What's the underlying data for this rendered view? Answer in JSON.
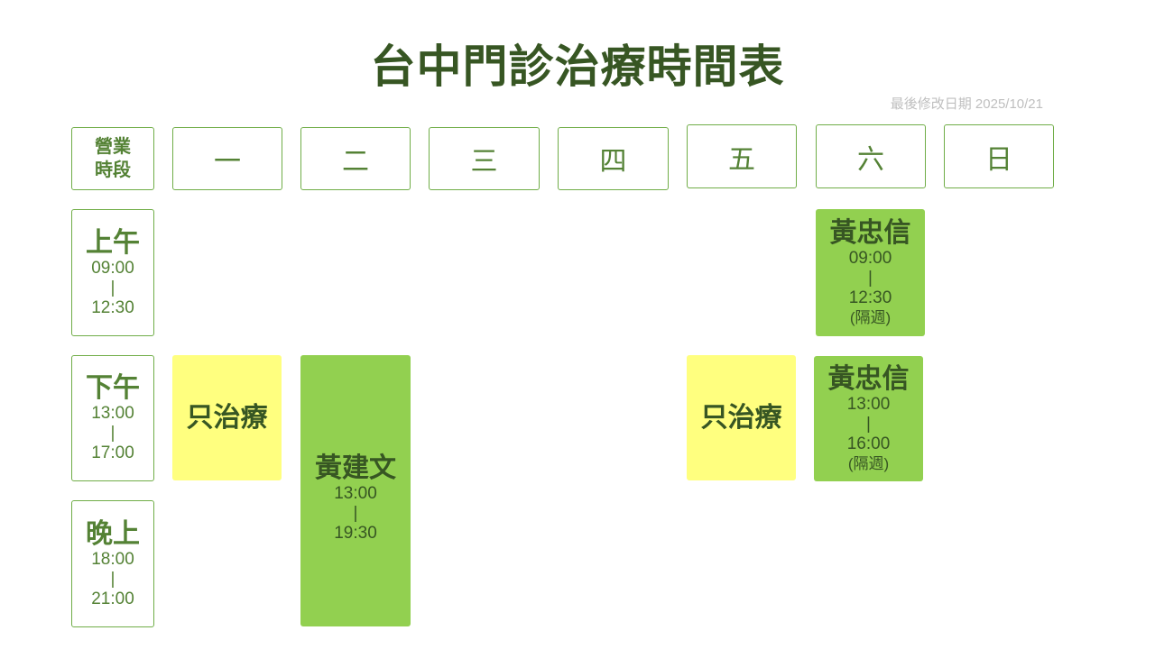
{
  "title": "台中門診治療時間表",
  "last_updated": "最後修改日期 2025/10/21",
  "header": {
    "period_label_line1": "營業",
    "period_label_line2": "時段",
    "days": [
      "一",
      "二",
      "三",
      "四",
      "五",
      "六",
      "日"
    ]
  },
  "periods": [
    {
      "name": "上午",
      "start": "09:00",
      "sep": "|",
      "end": "12:30"
    },
    {
      "name": "下午",
      "start": "13:00",
      "sep": "|",
      "end": "17:00"
    },
    {
      "name": "晚上",
      "start": "18:00",
      "sep": "|",
      "end": "21:00"
    }
  ],
  "blocks": {
    "mon_pm": {
      "label": "只治療"
    },
    "tue": {
      "doctor": "黃建文",
      "start": "13:00",
      "sep": "|",
      "end": "19:30"
    },
    "fri_pm": {
      "label": "只治療"
    },
    "sat_am": {
      "doctor": "黃忠信",
      "start": "09:00",
      "sep": "|",
      "end": "12:30",
      "note": "(隔週)"
    },
    "sat_pm": {
      "doctor": "黃忠信",
      "start": "13:00",
      "sep": "|",
      "end": "16:00",
      "note": "(隔週)"
    }
  },
  "colors": {
    "doctor_block": "#92d050",
    "treatment_block": "#ffff7f",
    "border": "#70ad47",
    "title": "#375623"
  }
}
